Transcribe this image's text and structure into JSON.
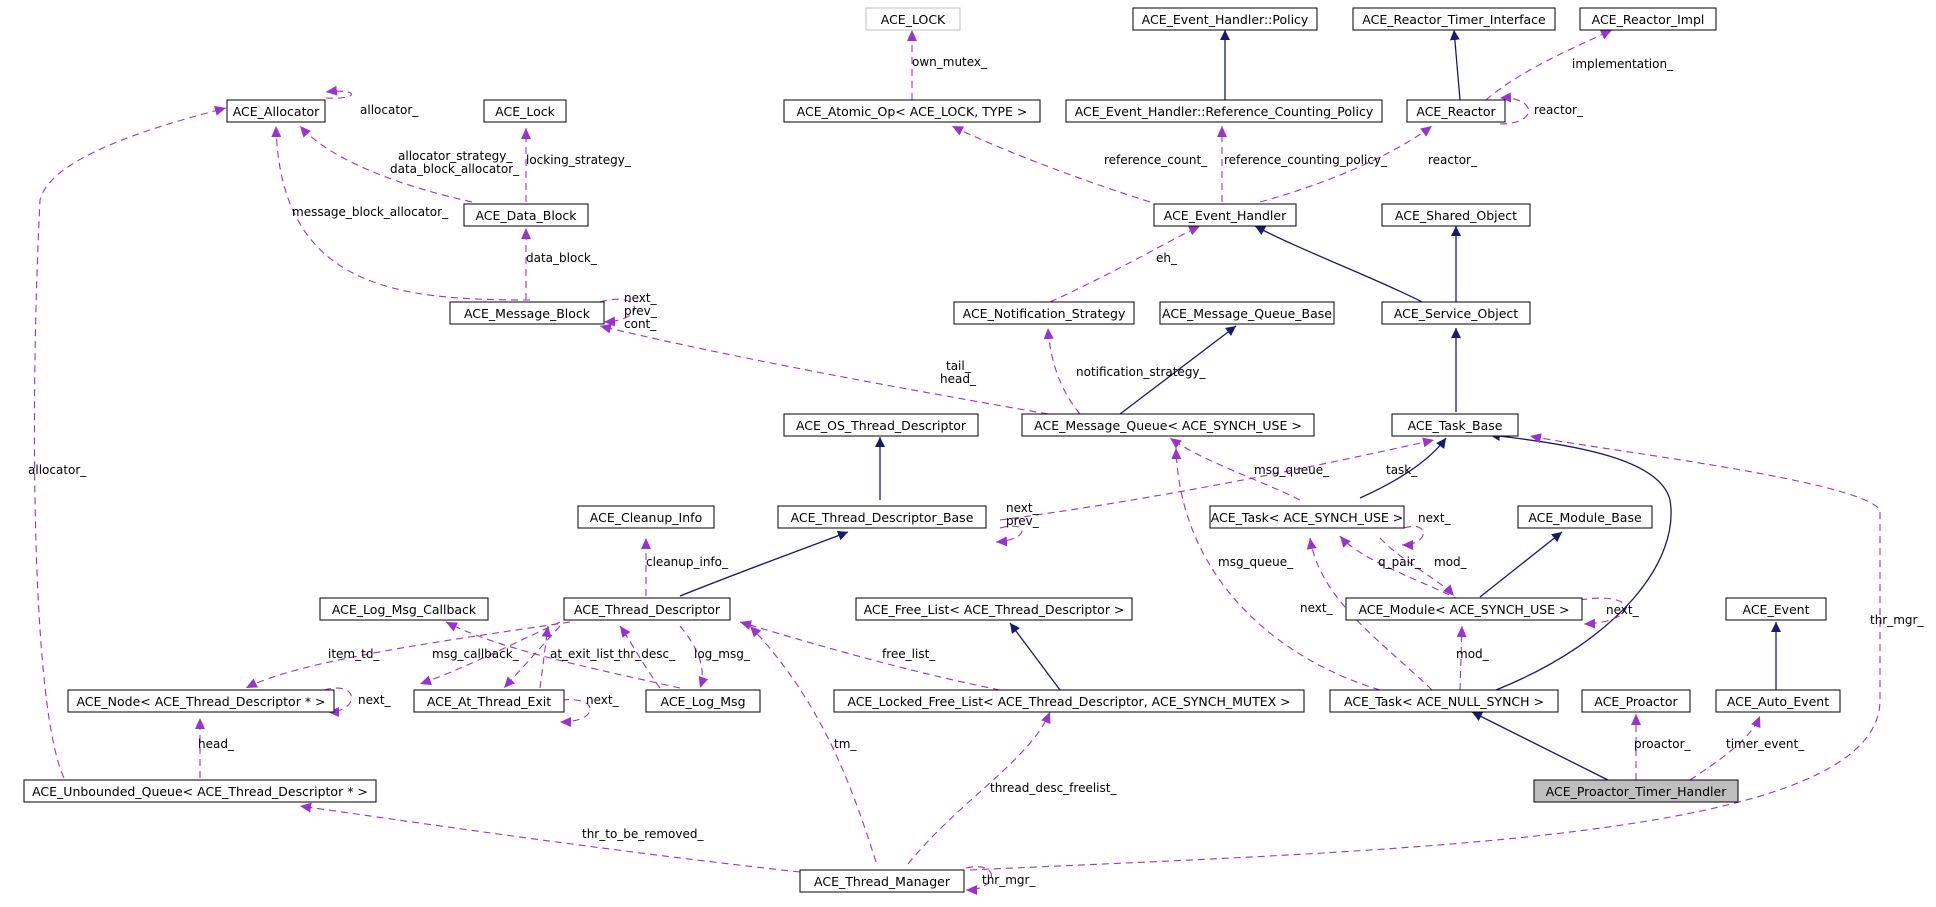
{
  "colors": {
    "inheritance_edge": "#191970",
    "usage_edge": "#9a32cd",
    "focus_node_fill": "#bfbfbf",
    "node_border": "#000000"
  },
  "nodes": {
    "ace_lock_type": "ACE_LOCK",
    "event_handler_policy": "ACE_Event_Handler::Policy",
    "reactor_timer_interface": "ACE_Reactor_Timer_Interface",
    "reactor_impl": "ACE_Reactor_Impl",
    "allocator": "ACE_Allocator",
    "lock": "ACE_Lock",
    "atomic_op": "ACE_Atomic_Op< ACE_LOCK, TYPE >",
    "ref_counting_policy": "ACE_Event_Handler::Reference_Counting_Policy",
    "reactor": "ACE_Reactor",
    "data_block": "ACE_Data_Block",
    "event_handler": "ACE_Event_Handler",
    "shared_object": "ACE_Shared_Object",
    "message_block": "ACE_Message_Block",
    "notification_strategy": "ACE_Notification_Strategy",
    "message_queue_base": "ACE_Message_Queue_Base",
    "service_object": "ACE_Service_Object",
    "os_thread_descriptor": "ACE_OS_Thread_Descriptor",
    "message_queue": "ACE_Message_Queue< ACE_SYNCH_USE >",
    "task_base": "ACE_Task_Base",
    "cleanup_info": "ACE_Cleanup_Info",
    "thread_descriptor_base": "ACE_Thread_Descriptor_Base",
    "task_synch_use": "ACE_Task< ACE_SYNCH_USE >",
    "module_base": "ACE_Module_Base",
    "log_msg_callback": "ACE_Log_Msg_Callback",
    "thread_descriptor": "ACE_Thread_Descriptor",
    "free_list": "ACE_Free_List< ACE_Thread_Descriptor >",
    "module_synch_use": "ACE_Module< ACE_SYNCH_USE >",
    "event": "ACE_Event",
    "node_thread_descriptor": "ACE_Node< ACE_Thread_Descriptor * >",
    "at_thread_exit": "ACE_At_Thread_Exit",
    "log_msg": "ACE_Log_Msg",
    "locked_free_list": "ACE_Locked_Free_List< ACE_Thread_Descriptor, ACE_SYNCH_MUTEX >",
    "task_null_synch": "ACE_Task< ACE_NULL_SYNCH >",
    "proactor": "ACE_Proactor",
    "auto_event": "ACE_Auto_Event",
    "unbounded_queue": "ACE_Unbounded_Queue< ACE_Thread_Descriptor * >",
    "proactor_timer_handler": "ACE_Proactor_Timer_Handler",
    "thread_manager": "ACE_Thread_Manager"
  },
  "labels": {
    "own_mutex": "own_mutex_",
    "implementation": "implementation_",
    "allocator_self": "allocator_",
    "reactor_self": "reactor_",
    "allocator_strategy": "allocator_strategy_",
    "data_block_allocator": "data_block_allocator_",
    "locking_strategy": "locking_strategy_",
    "reference_count": "reference_count_",
    "reference_counting_policy": "reference_counting_policy_",
    "reactor": "reactor_",
    "message_block_allocator": "message_block_allocator_",
    "data_block": "data_block_",
    "eh": "eh_",
    "mb_next": "next_",
    "mb_prev": "prev_",
    "mb_cont": "cont_",
    "tail": "tail_",
    "head": "head_",
    "notification_strategy": "notification_strategy_",
    "allocator_left": "allocator_",
    "msg_queue": "msg_queue_",
    "task": "task_",
    "tdb_next": "next_",
    "tdb_prev": "prev_",
    "task_next": "next_",
    "thr_mgr_right": "thr_mgr_",
    "cleanup_info": "cleanup_info_",
    "msg_queue_2": "msg_queue_",
    "q_pair": "q_pair_",
    "mod": "mod_",
    "module_next": "next_",
    "item_td": "item_td_",
    "msg_callback": "msg_callback_",
    "at_exit_list": "at_exit_list_",
    "thr_desc": "thr_desc_",
    "log_msg": "log_msg_",
    "free_list": "free_list_",
    "next_task": "next_",
    "mod_2": "mod_",
    "node_next": "next_",
    "ate_next": "next_",
    "head_q": "head_",
    "tm": "tm_",
    "proactor": "proactor_",
    "timer_event": "timer_event_",
    "thread_desc_freelist": "thread_desc_freelist_",
    "thr_to_be_removed": "thr_to_be_removed_",
    "thr_mgr_self": "thr_mgr_"
  }
}
